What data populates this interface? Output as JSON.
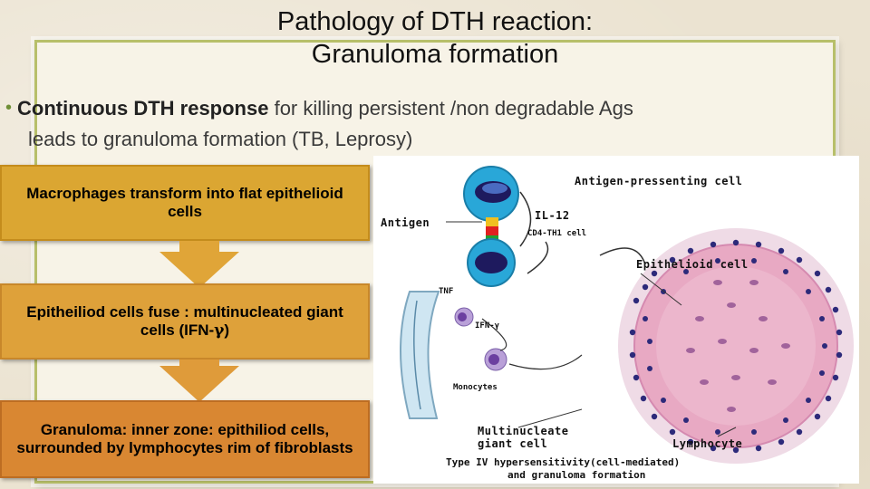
{
  "slide": {
    "title_line1": "Pathology of DTH reaction:",
    "title_line2": "Granuloma formation",
    "bullet_bold": "Continuous DTH response",
    "bullet_rest": " for killing persistent /non degradable Ags",
    "bullet_line2": "leads to granuloma formation (TB, Leprosy)"
  },
  "flow": {
    "step1": "Macrophages transform into flat epithelioid cells",
    "step2_prefix": "Epitheiliod cells fuse : multinucleated giant cells (IFN-",
    "step2_gamma": "γ",
    "step2_suffix": ")",
    "step3": "Granuloma: inner zone: epithiliod cells, surrounded by lymphocytes  rim of fibroblasts"
  },
  "figure": {
    "label_apc": "Antigen-pressenting cell",
    "label_antigen": "Antigen",
    "label_il12": "IL-12",
    "label_th1": "CD4-TH1 cell",
    "label_epithelioid": "Epithelioid cell",
    "label_tnf": "TNF",
    "label_ifn": "IFN-γ",
    "label_monocytes": "Monocytes",
    "label_multinucleate_1": "Multinucleate",
    "label_multinucleate_2": "giant cell",
    "label_lymphocyte": "Lymphocyte",
    "caption_1": "Type IV  hypersensitivity(cell-mediated)",
    "caption_2": "and granuloma formation"
  }
}
